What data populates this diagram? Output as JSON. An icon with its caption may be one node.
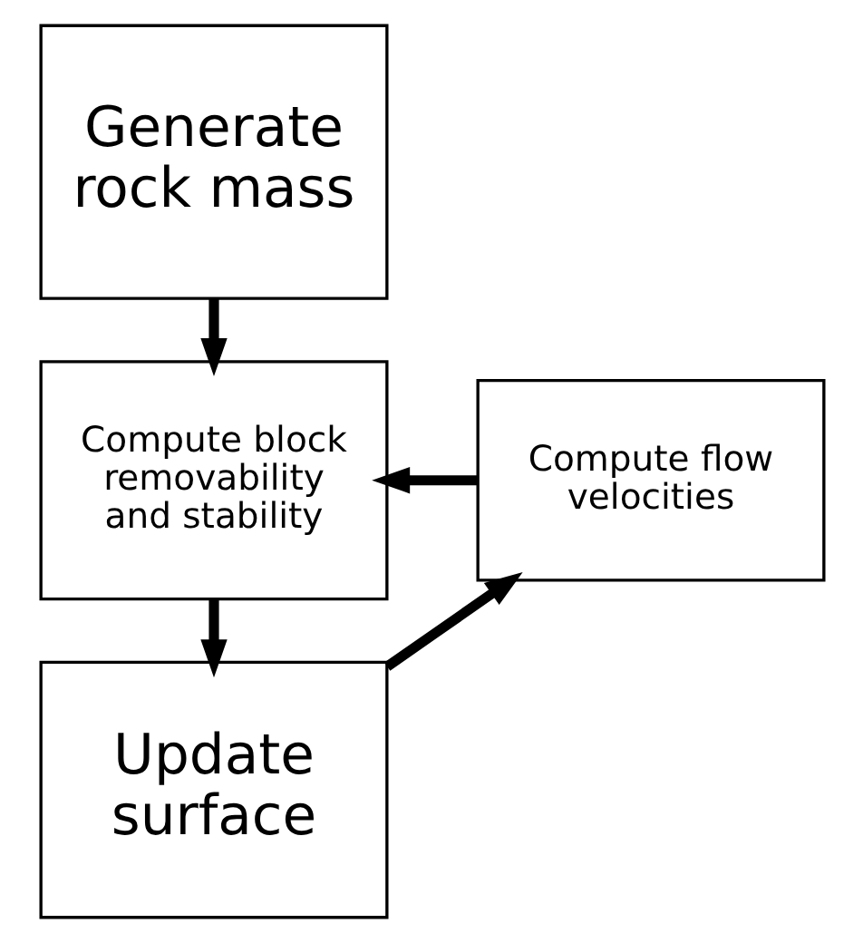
{
  "diagram": {
    "nodes": [
      {
        "text": [
          "Generate rock mass"
        ]
      },
      {
        "text": [
          "Compute block removability and stability"
        ]
      },
      {
        "text": [
          "Update surface"
        ]
      },
      {
        "text": [
          "Compute flow velocities"
        ]
      }
    ],
    "edges": [
      {
        "from": 0,
        "to": 1,
        "arrow": "to"
      },
      {
        "from": 1,
        "to": 2,
        "arrow": "to"
      },
      {
        "from": 2,
        "to": 3,
        "arrow": "to"
      },
      {
        "from": 3,
        "to": 1,
        "arrow": "to"
      }
    ]
  }
}
